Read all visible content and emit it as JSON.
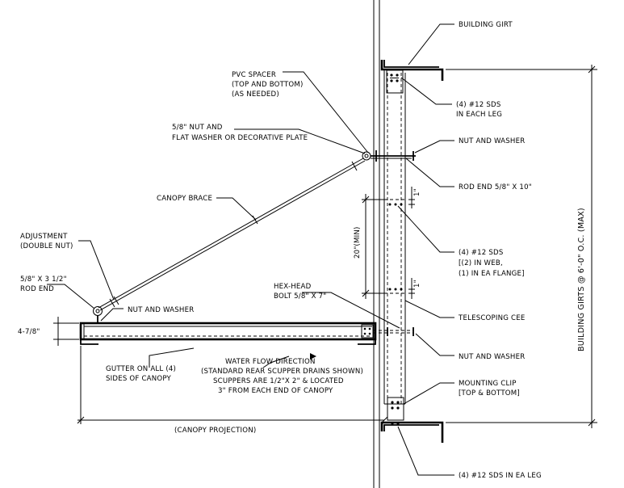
{
  "labels": {
    "building_girt": "BUILDING GIRT",
    "pvc_spacer_1": "PVC SPACER",
    "pvc_spacer_2": "(TOP AND BOTTOM)",
    "pvc_spacer_3": "(AS NEEDED)",
    "sds_each_leg_1": "(4) #12 SDS",
    "sds_each_leg_2": "IN EACH LEG",
    "nut_flat_washer_1": "5/8\"  NUT AND",
    "nut_flat_washer_2": "FLAT WASHER OR DECORATIVE PLATE",
    "nut_washer_top": "NUT AND WASHER",
    "rod_end_10": "ROD END 5/8\" X 10\"",
    "canopy_brace": "CANOPY BRACE",
    "adjustment_1": "ADJUSTMENT",
    "adjustment_2": "(DOUBLE NUT)",
    "rod_end_short_1": "5/8\" X 3 1/2\"",
    "rod_end_short_2": "ROD END",
    "dim_20": "20\"(MIN)",
    "dim_1_top": "1\"",
    "dim_1_bottom": "1\"",
    "sds_web_1": "(4) #12 SDS",
    "sds_web_2": "[(2) IN WEB,",
    "sds_web_3": "(1) IN EA FLANGE]",
    "hex_head_1": "HEX-HEAD",
    "hex_head_2": "BOLT 5/8\" X 7\"",
    "nut_washer_left": "NUT AND WASHER",
    "dim_4_7_8": "4-7/8\"",
    "telescoping_cee": "TELESCOPING CEE",
    "nut_washer_bolt": "NUT AND WASHER",
    "gutter_1": "GUTTER ON ALL (4)",
    "gutter_2": "SIDES OF CANOPY",
    "water_1": "WATER FLOW DIRECTION",
    "water_2": "(STANDARD REAR SCUPPER DRAINS SHOWN)",
    "water_3": "SCUPPERS ARE 1/2\"X 2\" & LOCATED",
    "water_4": "3\" FROM EACH END OF CANOPY",
    "mounting_clip_1": "MOUNTING CLIP",
    "mounting_clip_2": "[TOP & BOTTOM]",
    "canopy_projection": "(CANOPY PROJECTION)",
    "sds_bottom": "(4) #12 SDS IN EA LEG",
    "girt_spacing": "BUILDING GIRTS @ 6'-0\" O.C. (MAX)"
  }
}
